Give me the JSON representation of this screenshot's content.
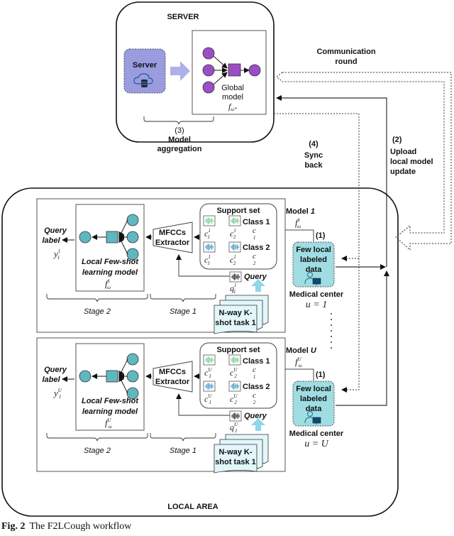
{
  "server": {
    "title": "SERVER",
    "server_box_label": "Server",
    "global_model_label_1": "Global",
    "global_model_label_2": "model",
    "global_model_symbol": "f",
    "global_model_sub": "ω*",
    "aggregation_step": "(3)",
    "aggregation_label_1": "Model",
    "aggregation_label_2": "aggregation"
  },
  "flows": {
    "communication_round_1": "Communication",
    "communication_round_2": "round",
    "upload_step": "(2)",
    "upload_label_1": "Upload",
    "upload_label_2": "local model",
    "upload_label_3": "update",
    "sync_step": "(4)",
    "sync_label_1": "Sync",
    "sync_label_2": "back"
  },
  "local_area": {
    "title": "LOCAL AREA",
    "panels": [
      {
        "query_label_1": "Query",
        "query_label_2": "label",
        "query_output": "y",
        "query_output_sup": "1",
        "query_output_sub": "1",
        "model_label_1": "Local Few-shot",
        "model_label_2": "learning model",
        "model_symbol": "f",
        "model_sup": "1",
        "model_sub": "ω",
        "extractor_1": "MFCCs",
        "extractor_2": "Extractor",
        "support_title": "Support set",
        "class1": "Class 1",
        "class1_sym": "c",
        "class1_sub": "1",
        "class2": "Class 2",
        "class2_sym": "c",
        "class2_sub": "2",
        "s_sup": "1",
        "s11": "1",
        "s12": "2",
        "s21": "1",
        "s22": "2",
        "query": "Query",
        "query_sym": "q",
        "query_sub": "1",
        "query_sup": "1",
        "task_1": "N-way K-",
        "task_2": "shot task 1",
        "stage1": "Stage 1",
        "stage2": "Stage 2",
        "model_name_prefix": "Model ",
        "model_name_id": "1",
        "local_model_sym": "f",
        "local_model_sup": "1",
        "local_model_sub": "ω",
        "local_step": "(1)",
        "data_1": "Few local",
        "data_2": "labeled",
        "data_3": "data",
        "center_label": "Medical center",
        "center_eq": "u = 1"
      },
      {
        "query_label_1": "Query",
        "query_label_2": "label",
        "query_output": "y",
        "query_output_sup": "U",
        "query_output_sub": "1",
        "model_label_1": "Local Few-shot",
        "model_label_2": "learning model",
        "model_symbol": "f",
        "model_sup": "U",
        "model_sub": "ω",
        "extractor_1": "MFCCs",
        "extractor_2": "Extractor",
        "support_title": "Support set",
        "class1": "Class 1",
        "class1_sym": "c",
        "class1_sub": "1",
        "class2": "Class 2",
        "class2_sym": "c",
        "class2_sub": "2",
        "s_sup": "U",
        "s11": "1",
        "s12": "2",
        "s21": "1",
        "s22": "2",
        "query": "Query",
        "query_sym": "q",
        "query_sub": "1",
        "query_sup": "U",
        "task_1": "N-way K-",
        "task_2": "shot task 1",
        "stage1": "Stage 1",
        "stage2": "Stage 2",
        "model_name_prefix": "Model ",
        "model_name_id": "U",
        "local_model_sym": "f",
        "local_model_sup": "U",
        "local_model_sub": "ω",
        "local_step": "(1)",
        "data_1": "Few local",
        "data_2": "labeled",
        "data_3": "data",
        "center_label": "Medical center",
        "center_eq": "u = U"
      }
    ]
  },
  "caption": {
    "fig": "Fig. 2",
    "text": "The F2LCough workflow"
  },
  "colors": {
    "server_purple": "#9b9be0",
    "node_purple": "#9b4fc4",
    "node_teal": "#5fb8c0",
    "data_teal": "#9fdde3",
    "task_blue": "#e3f7fb",
    "arrow_lavender": "#aeb0e8",
    "arrow_cyan": "#8fd6e6"
  }
}
